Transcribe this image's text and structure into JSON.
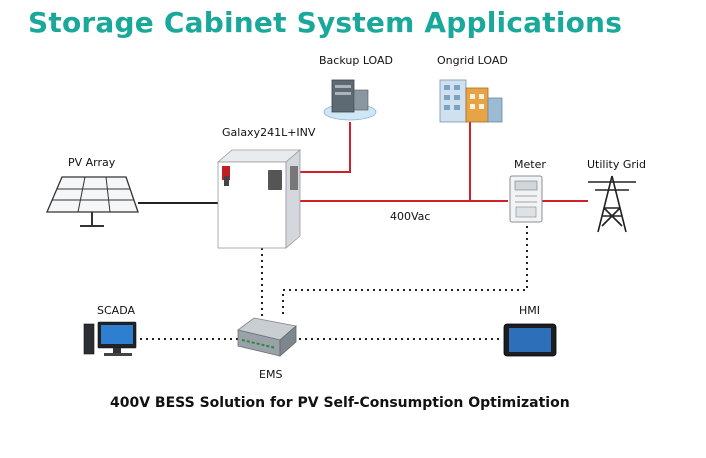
{
  "title": "Storage Cabinet System Applications",
  "caption": "400V BESS Solution for PV Self-Consumption Optimization",
  "labels": {
    "backup_load": "Backup LOAD",
    "ongrid_load": "Ongrid LOAD",
    "inverter": "Galaxy241L+INV",
    "pv_array": "PV Array",
    "meter": "Meter",
    "utility_grid": "Utility Grid",
    "bus_voltage": "400Vac",
    "scada": "SCADA",
    "hmi": "HMI",
    "ems": "EMS"
  },
  "colors": {
    "title": "#1aa89a",
    "power_line": "#d0202a",
    "comm_line": "#222222"
  },
  "icons": [
    "solar-panel-icon",
    "cabinet-icon",
    "server-cloud-icon",
    "building-icon",
    "meter-icon",
    "pylon-icon",
    "computer-icon",
    "ems-controller-icon",
    "tablet-icon"
  ]
}
